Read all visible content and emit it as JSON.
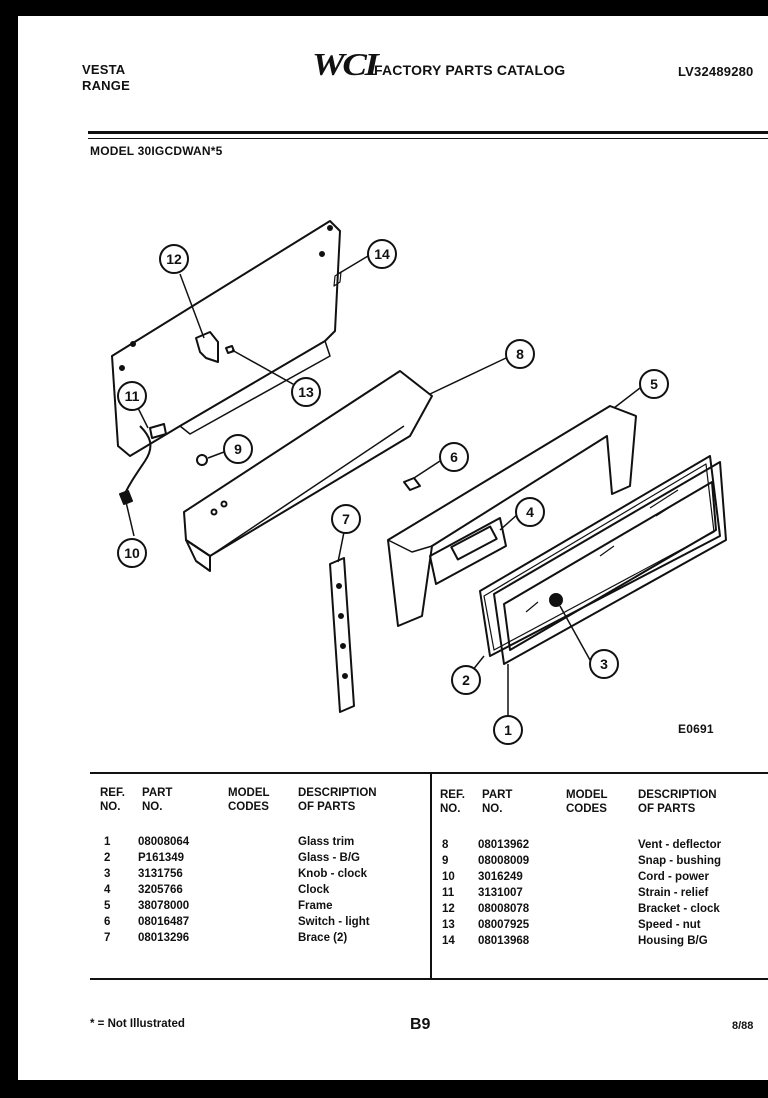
{
  "header": {
    "brand_line1": "VESTA",
    "brand_line2": "RANGE",
    "logo": "WCI",
    "catalog_title": "FACTORY PARTS CATALOG",
    "catalog_number": "LV32489280",
    "model": "MODEL 30IGCDWAN*5"
  },
  "diagram": {
    "drawing_code": "E0691",
    "callouts": [
      "1",
      "2",
      "3",
      "4",
      "5",
      "6",
      "7",
      "8",
      "9",
      "10",
      "11",
      "12",
      "13",
      "14"
    ]
  },
  "table": {
    "headers": {
      "ref": "REF.\nNO.",
      "part": "PART\nNO.",
      "model_codes": "MODEL\nCODES",
      "description": "DESCRIPTION\nOF PARTS"
    },
    "left_rows": [
      {
        "ref": "1",
        "part": "08008064",
        "desc": "Glass trim"
      },
      {
        "ref": "2",
        "part": "P161349",
        "desc": "Glass - B/G"
      },
      {
        "ref": "3",
        "part": "3131756",
        "desc": "Knob - clock"
      },
      {
        "ref": "4",
        "part": "3205766",
        "desc": "Clock"
      },
      {
        "ref": "5",
        "part": "38078000",
        "desc": "Frame"
      },
      {
        "ref": "6",
        "part": "08016487",
        "desc": "Switch - light"
      },
      {
        "ref": "7",
        "part": "08013296",
        "desc": "Brace (2)"
      }
    ],
    "right_rows": [
      {
        "ref": "8",
        "part": "08013962",
        "desc": "Vent - deflector"
      },
      {
        "ref": "9",
        "part": "08008009",
        "desc": "Snap - bushing"
      },
      {
        "ref": "10",
        "part": "3016249",
        "desc": "Cord - power"
      },
      {
        "ref": "11",
        "part": "3131007",
        "desc": "Strain - relief"
      },
      {
        "ref": "12",
        "part": "08008078",
        "desc": "Bracket - clock"
      },
      {
        "ref": "13",
        "part": "08007925",
        "desc": "Speed - nut"
      },
      {
        "ref": "14",
        "part": "08013968",
        "desc": "Housing B/G"
      }
    ]
  },
  "footer": {
    "note": "* = Not Illustrated",
    "page": "B9",
    "date": "8/88"
  }
}
